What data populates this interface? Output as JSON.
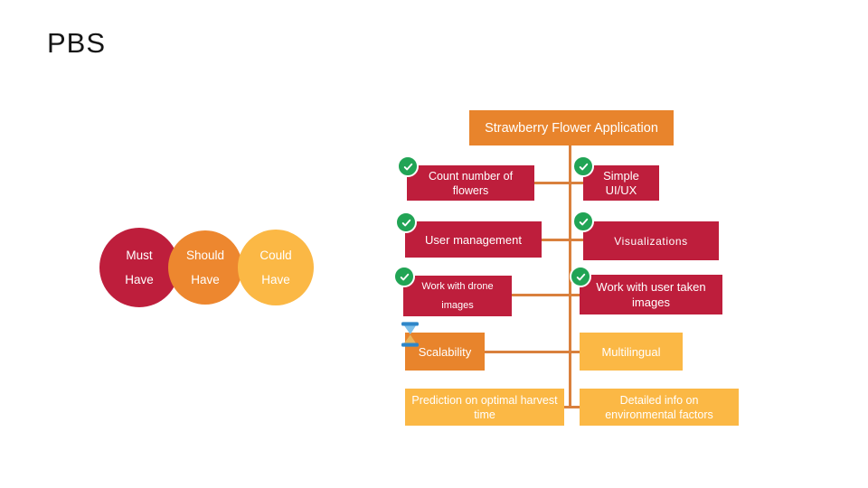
{
  "slide": {
    "title": "PBS"
  },
  "legend": {
    "circles": [
      {
        "name": "must-have",
        "line1": "Must",
        "line2": "Have",
        "color": "#BE1E3C"
      },
      {
        "name": "should-have",
        "line1": "Should",
        "line2": "Have",
        "color": "#ED872F"
      },
      {
        "name": "could-have",
        "line1": "Could",
        "line2": "Have",
        "color": "#FBB845"
      }
    ]
  },
  "tree": {
    "root": {
      "label": "Strawberry Flower Application",
      "color": "#E8842C"
    },
    "left": [
      {
        "label": "Count number of flowers",
        "priority": "must-have",
        "badge": "check-icon"
      },
      {
        "label": "User management",
        "priority": "must-have",
        "badge": "check-icon"
      },
      {
        "label": "Work with drone images",
        "priority": "must-have",
        "badge": "check-icon"
      },
      {
        "label": "Scalability",
        "priority": "should-have",
        "badge": "hourglass-icon"
      },
      {
        "label": "Prediction on optimal harvest time",
        "priority": "could-have",
        "badge": null
      }
    ],
    "right": [
      {
        "label": "Simple UI/UX",
        "priority": "must-have",
        "badge": "check-icon"
      },
      {
        "label": "Visualizations",
        "priority": "must-have",
        "badge": "check-icon"
      },
      {
        "label": "Work with user taken images",
        "priority": "must-have",
        "badge": "check-icon"
      },
      {
        "label": "Multilingual",
        "priority": "could-have",
        "badge": null
      },
      {
        "label": "Detailed info on environmental factors",
        "priority": "could-have",
        "badge": null
      }
    ]
  },
  "colors": {
    "must_have_red": "#BE1E3C",
    "should_have_orange": "#E8842C",
    "could_have_yellow": "#FBB845",
    "connector_line": "#D9803D",
    "check_green": "#21A455",
    "hourglass_blue": "#2E86C8",
    "background": "#FFFFFF"
  }
}
